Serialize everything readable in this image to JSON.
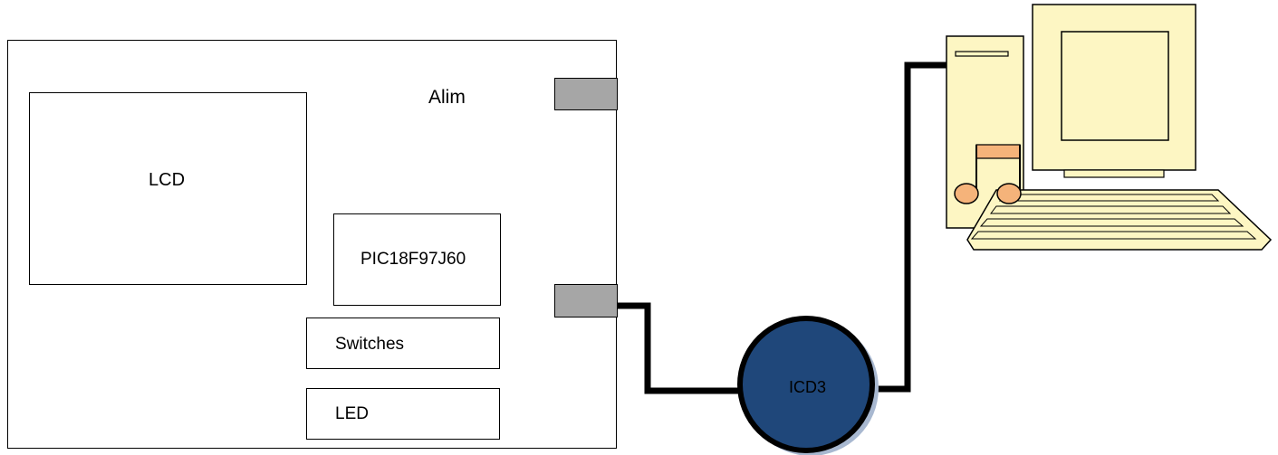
{
  "board": {
    "lcd_label": "LCD",
    "alim_label": "Alim",
    "pic_label": "PIC18F97J60",
    "switches_label": "Switches",
    "led_label": "LED"
  },
  "programmer": {
    "label": "ICD3"
  },
  "colors": {
    "connector": "#a6a6a6",
    "icd3_fill": "#1f477a",
    "computer_fill": "#fdf6c3",
    "note_fill": "#f5b37a",
    "cable": "#000000"
  }
}
